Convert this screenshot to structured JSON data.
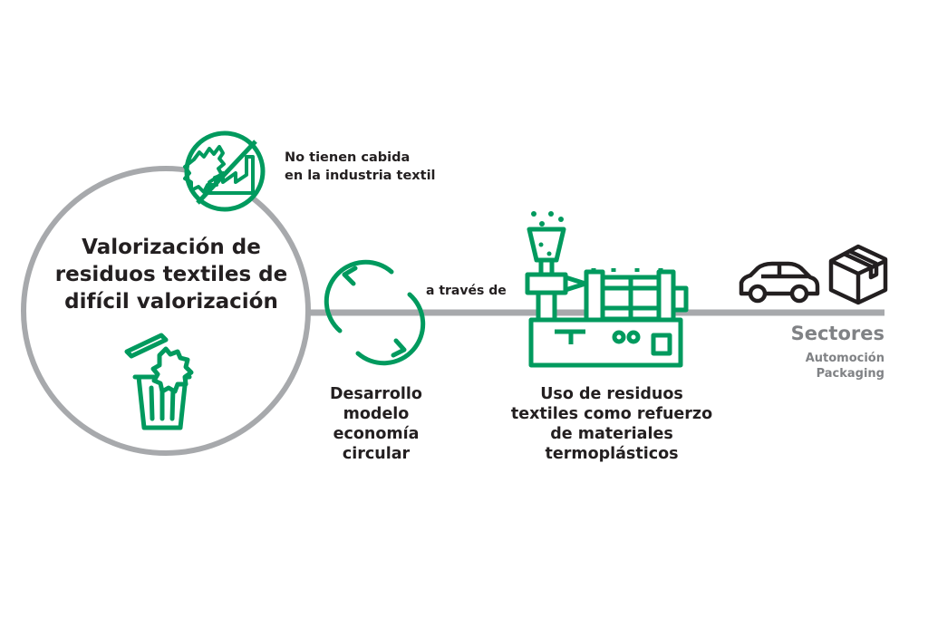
{
  "main": {
    "title_lines": [
      "Valorización de",
      "residuos textiles de",
      "difícil valorización"
    ]
  },
  "no_cabida": {
    "lines": [
      "No tienen cabida",
      "en la industria textil"
    ]
  },
  "connector": {
    "label": "a través de"
  },
  "cycle": {
    "lines": [
      "Desarrollo",
      "modelo",
      "economía",
      "circular"
    ]
  },
  "process": {
    "lines": [
      "Uso de residuos",
      "textiles como refuerzo",
      "de materiales",
      "termoplásticos"
    ]
  },
  "sectores": {
    "title": "Sectores",
    "items": [
      "Automoción",
      "Packaging"
    ]
  },
  "colors": {
    "accent": "#009a5e",
    "gray": "#a7a9ac",
    "text": "#231f20",
    "muted": "#808285",
    "icon": "#231f20"
  },
  "icons": [
    "no-textile-industry-icon",
    "trash-can-icon",
    "recycle-cycle-icon",
    "injection-machine-icon",
    "car-icon",
    "box-icon"
  ]
}
